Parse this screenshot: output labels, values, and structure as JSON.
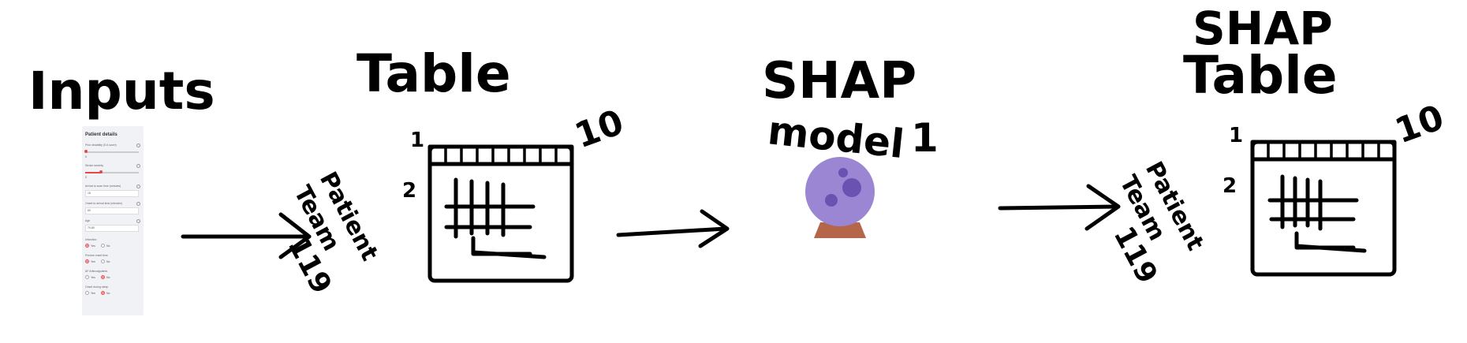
{
  "labels": {
    "inputs": "Inputs",
    "table_left": "Table",
    "shap_model_line1": "SHAP",
    "shap_model_line2": "model",
    "shap_table_line1": "SHAP",
    "shap_table_line2": "Table",
    "row_1": "1",
    "row_2": "2",
    "col_10": "10",
    "patient_line1": "Patient",
    "patient_line2": "Team",
    "patient_line3": "119"
  },
  "form": {
    "title": "Patient details",
    "field_1_label": "Prior disability (0-6 score)",
    "field_1_value": "0",
    "field_2_label": "Stroke severity",
    "field_2_value": "0",
    "field_3_label": "Arrival to scan time (minutes)",
    "field_3_value": "15",
    "field_4_label": "Onset to arrival time (minutes)",
    "field_4_value": "60",
    "field_5_label": "Age",
    "field_5_value": "70-80",
    "radio_1_label": "Infarction",
    "radio_2_label": "Precise onset time",
    "radio_3_label": "AF Anticoagulants",
    "radio_4_label": "Onset during sleep",
    "yes": "Yes",
    "no": "No"
  },
  "icons": {
    "crystal_ball": "crystal-ball-icon"
  },
  "colors": {
    "ink": "#000000",
    "ball": "#9b86d3",
    "ball_spots": "#6a52b3",
    "stand": "#b5654a",
    "panel_bg": "#f1f2f5",
    "accent": "#e54848"
  }
}
